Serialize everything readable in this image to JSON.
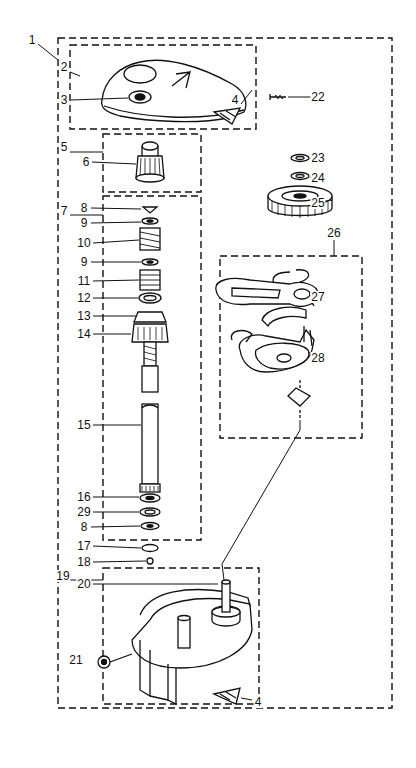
{
  "diagram": {
    "labels": [
      "1",
      "2",
      "3",
      "4",
      "22",
      "5",
      "6",
      "7",
      "8",
      "9",
      "10",
      "9",
      "11",
      "12",
      "13",
      "14",
      "15",
      "16",
      "29",
      "8",
      "17",
      "18",
      "19",
      "20",
      "21",
      "4",
      "23",
      "24",
      "25",
      "26",
      "27",
      "28"
    ]
  }
}
